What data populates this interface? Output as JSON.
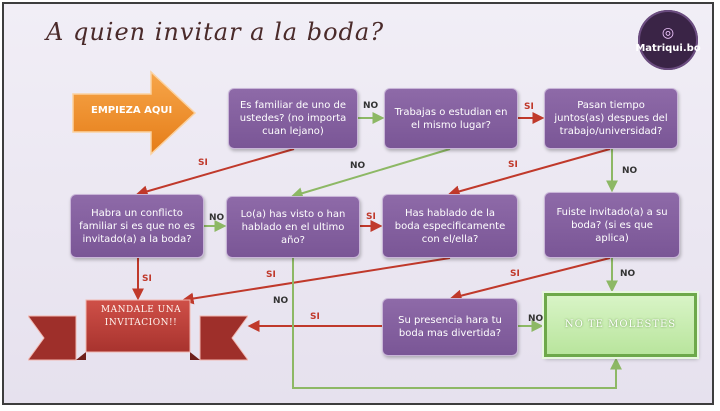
{
  "title": "A quien invitar a la boda?",
  "logo": {
    "text": "Matriqui.bo",
    "icon": "ring-icon"
  },
  "start": {
    "label": "EMPIEZA AQUI"
  },
  "nodes": {
    "familiar": "Es familiar de uno de ustedes? (no importa cuan lejano)",
    "trabajas": "Trabajas o estudian en el mismo lugar?",
    "pasan": "Pasan tiempo juntos(as) despues del trabajo/universidad?",
    "conflicto": "Habra un conflicto familiar si es que no es invitado(a) a la boda?",
    "visto": "Lo(a) has visto o han hablado en el ultimo año?",
    "hablado": "Has hablado de la boda especificamente con el/ella?",
    "invitado": "Fuiste invitado(a) a su boda? (si es que aplica)",
    "presencia": "Su presencia hara tu boda mas divertida?"
  },
  "outcomes": {
    "invite": "MANDALE UNA INVITACION!!",
    "no_molestes": "NO TE MOLESTES"
  },
  "labels": {
    "si": "SI",
    "no": "NO"
  },
  "colors": {
    "node": "#8e6aa8",
    "si": "#c0392b",
    "no": "#8db865",
    "start": "#f08a24",
    "ribbon": "#c0433d"
  }
}
